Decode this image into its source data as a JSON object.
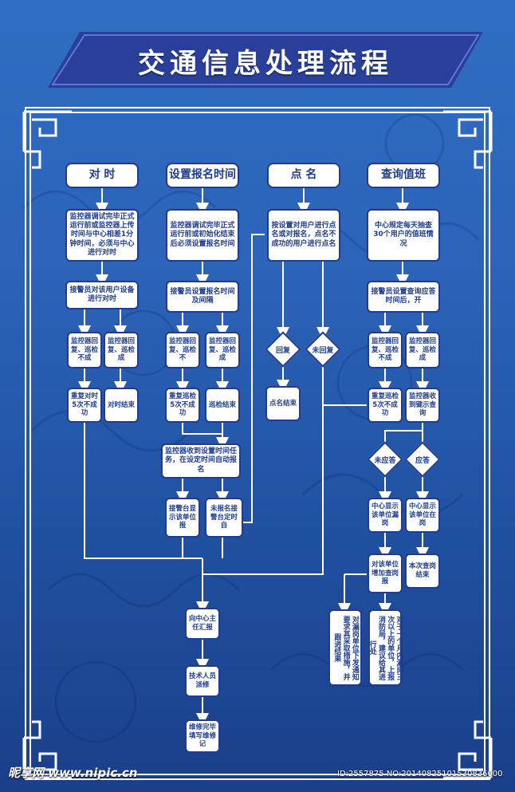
{
  "title": "交通信息处理流程",
  "headers": [
    "对 时",
    "设置报名时间",
    "点 名",
    "查询值班"
  ],
  "col1": {
    "n1": "监控器调试完毕正式运行前或监控器上传时间与中心相差1分钟时间，必须与中心进行对时",
    "n2": "接警员对该用户设备进行对时",
    "n3a": "监控器回复、巡检不成",
    "n3b": "监控器回复、巡检成",
    "n4a": "重复对时5次不成功",
    "n4b": "对时结束"
  },
  "col2": {
    "n1": "监控器调试完毕正式运行前或初始化结束后必须设置报名时间",
    "n2": "接警员设置报名时间及间隔",
    "n3a": "监控器回复、巡检不",
    "n3b": "监控器回复、巡检成",
    "n4a": "重复巡检5次不成功",
    "n4b": "巡检结束",
    "n5": "监控器收到设置时间任务，在设定时间自动报名",
    "n6a": "接警台显示该单位报",
    "n6b": "未报名接警台定时自"
  },
  "col3": {
    "n1": "按设置对用户进行点名或对报名，点名不成功的用户进行点名",
    "d1": "回复",
    "d2": "未回复",
    "n2": "点名结束"
  },
  "col4": {
    "n1": "中心规定每天抽查30个用户的值班情况",
    "n2": "接警员设置查询应答时间后，开",
    "n3a": "监控器回复、巡检不成",
    "n3b": "监控器回复、巡检成",
    "n4a": "重复巡检5次不成功",
    "n4b": "监控器收到键示查询",
    "d1": "未应答",
    "d2": "应答",
    "n5a": "中心显示该单位漏岗",
    "n5b": "中心显示该单位在岗",
    "n6a": "对该单位增加查岗报",
    "n6b": "本次查岗结束",
    "n7a": "对漏岗单位下发通知要求其采取措施，并跟进结果",
    "n7b": "对于一个月内漏岗三次以上的单位，上报消防局，建议给其进行处"
  },
  "bottom": {
    "n1": "向中心主任汇报",
    "n2": "技术人员派修",
    "n3": "维修完毕填写维修记"
  },
  "watermark": {
    "logo": "昵享网 www.nipic.cn",
    "id": "ID:2557875 NO:20140825101530836000"
  },
  "colors": {
    "node_border": "#213b8f",
    "text": "#1f3d8f",
    "line": "#ffffff",
    "banner": "#2a3f9a"
  }
}
